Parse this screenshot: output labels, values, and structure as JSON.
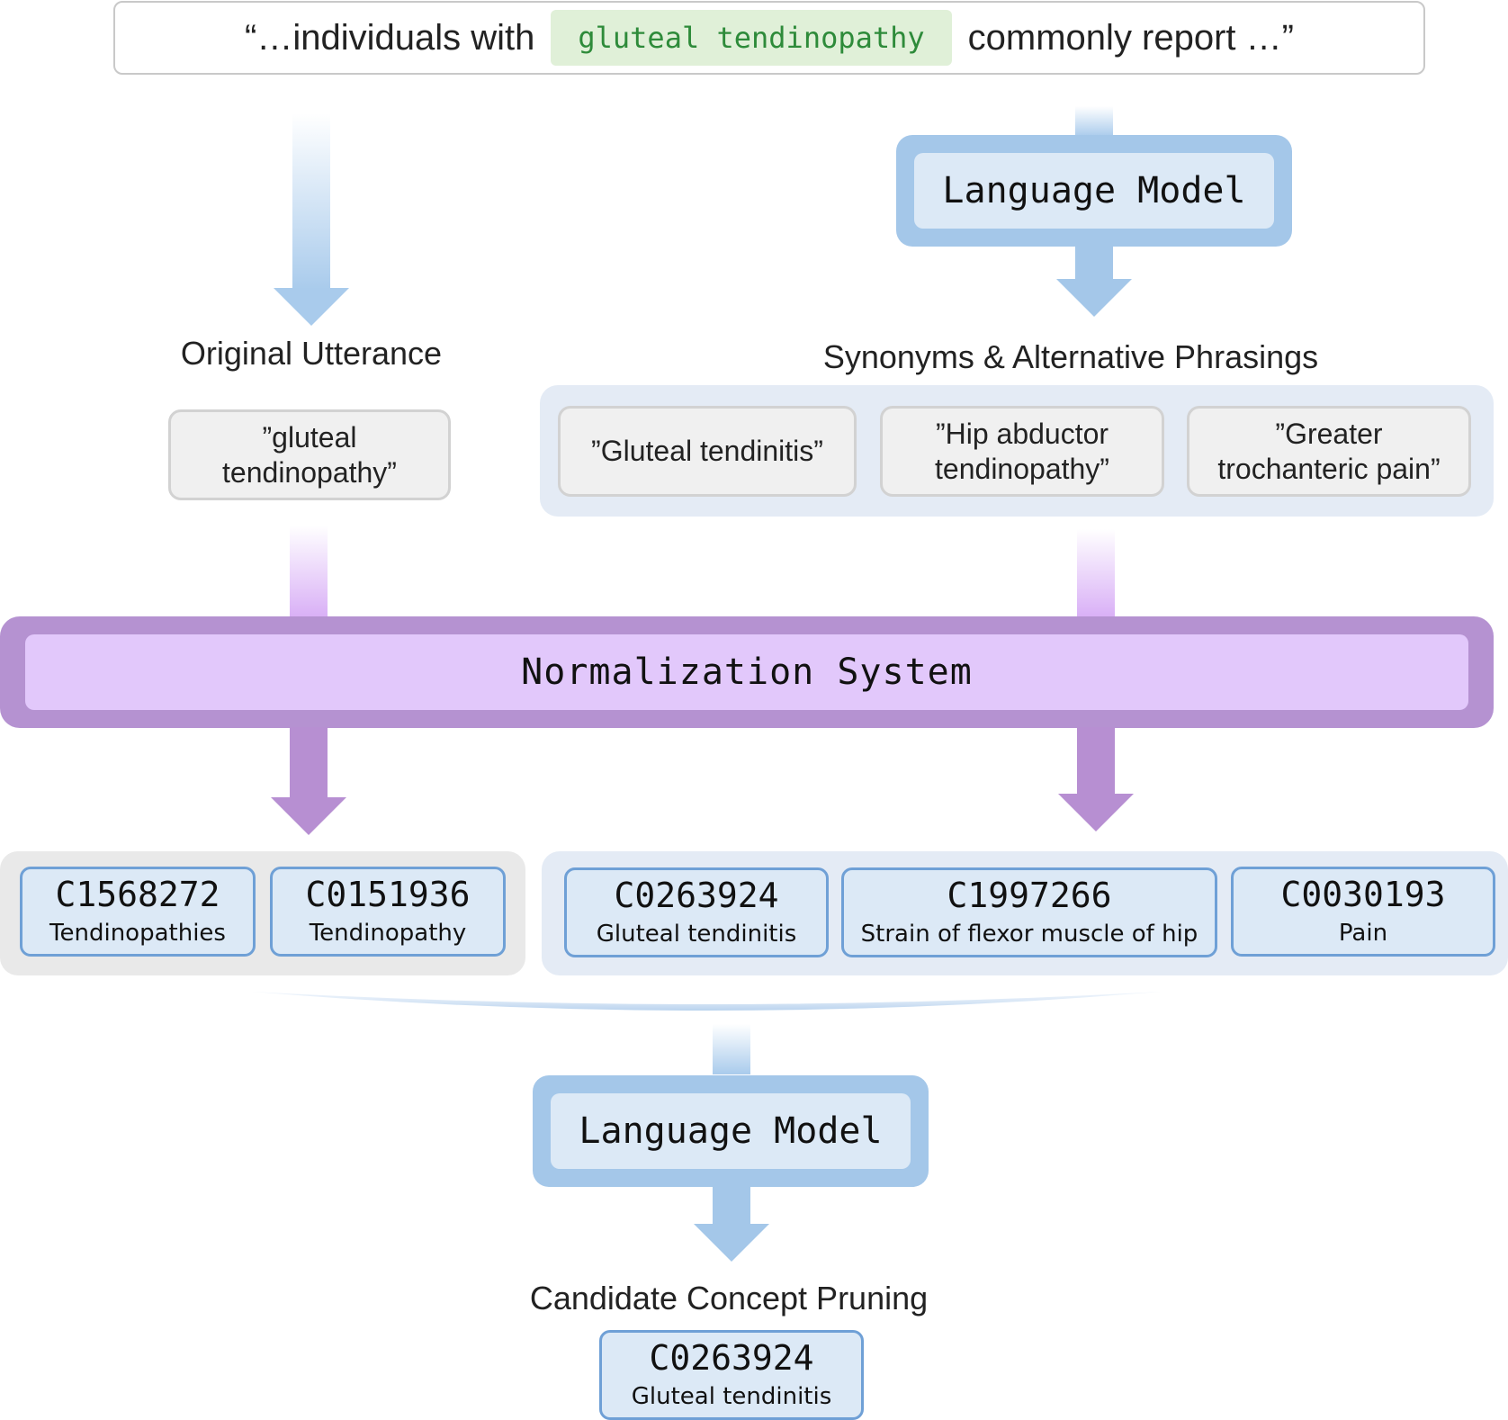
{
  "sentence": {
    "prefix": "“…individuals with",
    "highlight": "gluteal tendinopathy",
    "suffix": "commonly report …”"
  },
  "language_model_top": {
    "label": "Language Model"
  },
  "original": {
    "heading": "Original Utterance",
    "phrase_line1": "”gluteal",
    "phrase_line2": "tendinopathy”"
  },
  "synonyms": {
    "heading": "Synonyms & Alternative Phrasings",
    "items": [
      {
        "line1": "”Gluteal tendinitis”",
        "line2": ""
      },
      {
        "line1": "”Hip abductor",
        "line2": "tendinopathy”"
      },
      {
        "line1": "”Greater",
        "line2": "trochanteric pain”"
      }
    ]
  },
  "normalization": {
    "label": "Normalization System"
  },
  "original_concepts": [
    {
      "id": "C1568272",
      "name": "Tendinopathies"
    },
    {
      "id": "C0151936",
      "name": "Tendinopathy"
    }
  ],
  "synonym_concepts": [
    {
      "id": "C0263924",
      "name": "Gluteal tendinitis"
    },
    {
      "id": "C1997266",
      "name": "Strain of flexor muscle of hip"
    },
    {
      "id": "C0030193",
      "name": "Pain"
    }
  ],
  "language_model_bottom": {
    "label": "Language Model"
  },
  "pruning": {
    "heading": "Candidate Concept Pruning",
    "result": {
      "id": "C0263924",
      "name": "Gluteal tendinitis"
    }
  }
}
